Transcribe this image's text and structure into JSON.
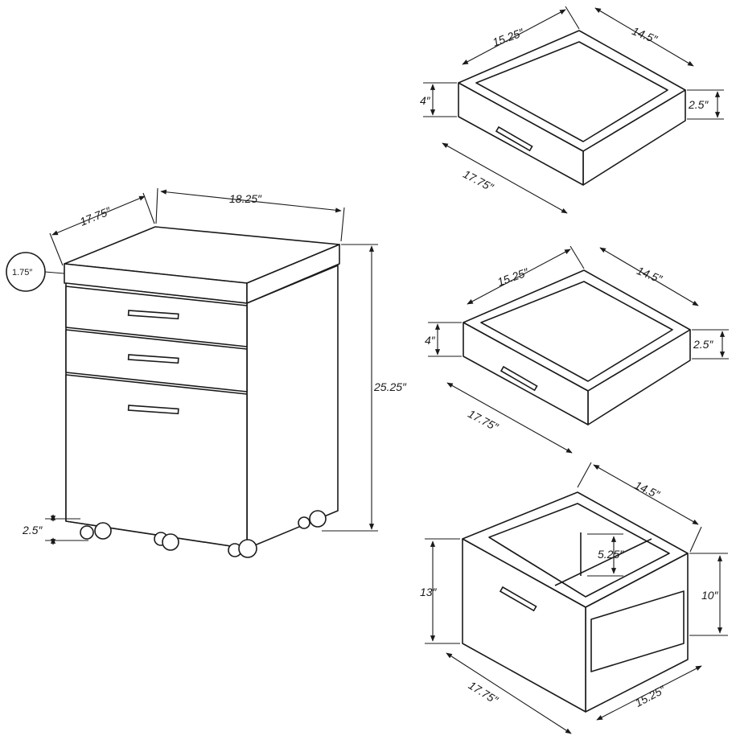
{
  "cabinet": {
    "depth": "17.75″",
    "width": "18.25″",
    "top_thickness": "1.75″",
    "height": "25.25″",
    "caster_height": "2.5″"
  },
  "drawer_top": {
    "inner_width": "15.25″",
    "inner_depth": "14.5″",
    "front_height": "4″",
    "side_height": "2.5″",
    "front_width": "17.75″"
  },
  "drawer_middle": {
    "inner_width": "15.25″",
    "inner_depth": "14.5″",
    "front_height": "4″",
    "side_height": "2.5″",
    "front_width": "17.75″"
  },
  "drawer_file": {
    "inner_depth": "14.5″",
    "rail_height": "5.25″",
    "front_height": "13″",
    "side_height": "10″",
    "front_width": "17.75″",
    "side_depth": "15.25″"
  }
}
